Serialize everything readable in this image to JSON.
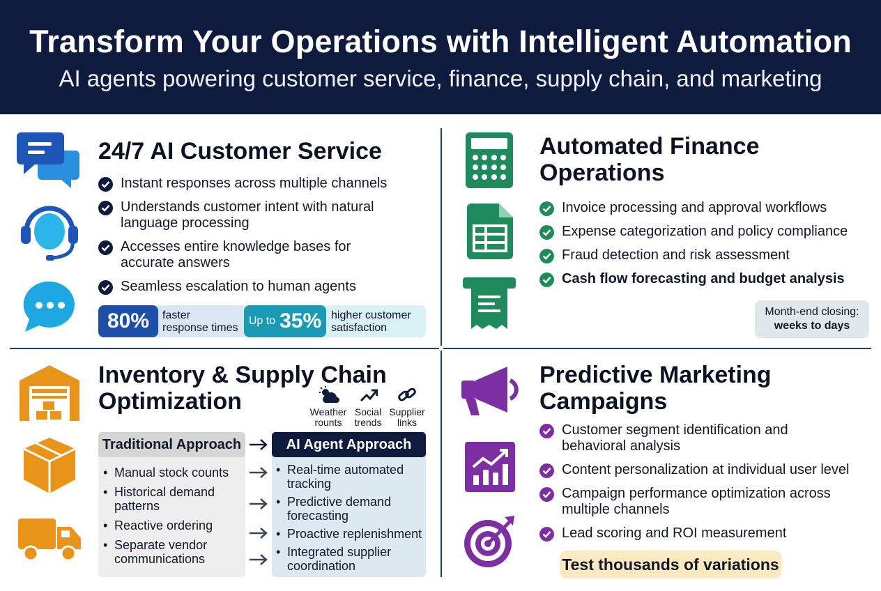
{
  "header": {
    "title": "Transform Your Operations with Intelligent Automation",
    "subtitle": "AI agents powering customer service, finance, supply chain, and marketing"
  },
  "customer_service": {
    "title": "24/7 AI Customer Service",
    "items": [
      {
        "line1": "Instant responses across multiple channels",
        "line2": ""
      },
      {
        "line1": "Understands customer intent with natural",
        "line2": "language processing"
      },
      {
        "line1": "Accesses entire knowledge bases for",
        "line2": "accurate answers"
      },
      {
        "line1": "Seamless escalation to human agents",
        "line2": ""
      }
    ],
    "stat1": {
      "value": "80%",
      "line1": "faster",
      "line2": "response times"
    },
    "stat2": {
      "prefix": "Up to",
      "value": "35%",
      "line1": "higher customer",
      "line2": "satisfaction"
    },
    "accent": "#1e4fa8"
  },
  "finance": {
    "title_line1": "Automated Finance",
    "title_line2": "Operations",
    "items": [
      "Invoice processing and approval workflows",
      "Expense categorization and policy compliance",
      "Fraud detection and risk assessment",
      "Cash flow forecasting and budget analysis"
    ],
    "badge_line1": "Month-end closing:",
    "badge_line2": "weeks to days",
    "accent": "#1f8a5b"
  },
  "supply_chain": {
    "title_line1": "Inventory & Supply Chain",
    "title_line2": "Optimization",
    "sources": [
      {
        "line1": "Weather",
        "line2": "rounts"
      },
      {
        "line1": "Social",
        "line2": "trends"
      },
      {
        "line1": "Supplier",
        "line2": "links"
      }
    ],
    "traditional": {
      "title": "Traditional Approach",
      "items": [
        {
          "line1": "Manual stock counts",
          "line2": ""
        },
        {
          "line1": "Historical demand",
          "line2": "patterns"
        },
        {
          "line1": "Reactive ordering",
          "line2": ""
        },
        {
          "line1": "Separate vendor",
          "line2": "communications"
        }
      ]
    },
    "ai": {
      "title": "AI Agent Approach",
      "items": [
        {
          "line1": "Real-time automated",
          "line2": "tracking"
        },
        {
          "line1": "Predictive demand",
          "line2": "forecasting"
        },
        {
          "line1": "Proactive replenishment",
          "line2": ""
        },
        {
          "line1": "Integrated supplier",
          "line2": "coordination"
        }
      ]
    },
    "accent": "#e8941a"
  },
  "marketing": {
    "title_line1": "Predictive Marketing",
    "title_line2": "Campaigns",
    "items": [
      {
        "line1": "Customer segment identification and",
        "line2": "behavioral analysis"
      },
      {
        "line1": "Content personalization at individual user level",
        "line2": ""
      },
      {
        "line1": "Campaign performance optimization across",
        "line2": "multiple channels"
      },
      {
        "line1": "Lead scoring and ROI measurement",
        "line2": ""
      }
    ],
    "badge": "Test thousands of variations",
    "accent": "#7b2fa3"
  },
  "icons": [
    "chat-bubbles-icon",
    "headset-icon",
    "message-bubble-icon",
    "calculator-icon",
    "spreadsheet-icon",
    "receipt-icon",
    "warehouse-icon",
    "box-icon",
    "truck-icon",
    "weather-icon",
    "trend-icon",
    "link-icon",
    "megaphone-icon",
    "chart-icon",
    "target-icon"
  ]
}
